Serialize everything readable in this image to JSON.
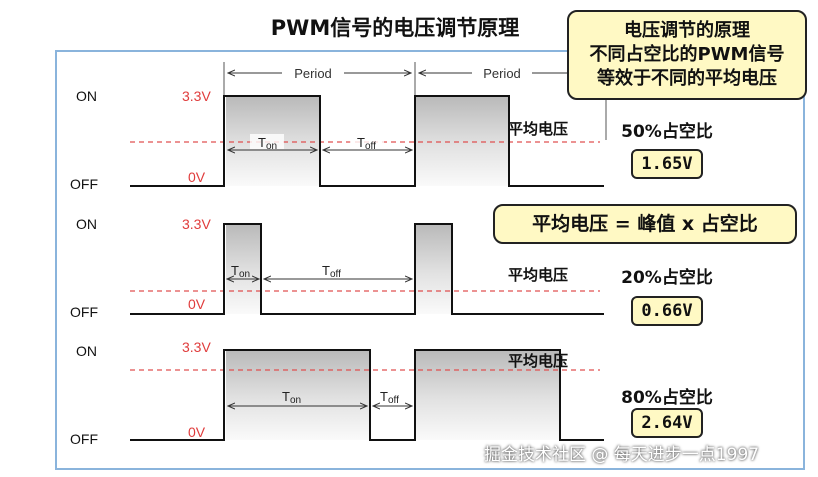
{
  "title": "PWM信号的电压调节原理",
  "callout": {
    "lines": [
      "电压调节的原理",
      "不同占空比的PWM信号",
      "等效于不同的平均电压"
    ]
  },
  "formula": "平均电压 = 峰值 x 占空比",
  "labels": {
    "on": "ON",
    "off": "OFF",
    "v_high": "3.3V",
    "v_low": "0V",
    "period": "Period",
    "t_on": "T",
    "t_on_sub": "on",
    "t_off": "T",
    "t_off_sub": "off",
    "avg_voltage": "平均电压"
  },
  "signals": [
    {
      "duty_label": "50%占空比",
      "duty": 0.5,
      "value": "1.65V"
    },
    {
      "duty_label": "20%占空比",
      "duty": 0.2,
      "value": "0.66V"
    },
    {
      "duty_label": "80%占空比",
      "duty": 0.8,
      "value": "2.64V"
    }
  ],
  "watermark": "掘金技术社区 @ 每天进步一点1997",
  "colors": {
    "voltage_label": "#e03c3c",
    "avg_line": "#e05050",
    "frame": "#8ab4dc",
    "callout_bg": "#fff9c4"
  }
}
